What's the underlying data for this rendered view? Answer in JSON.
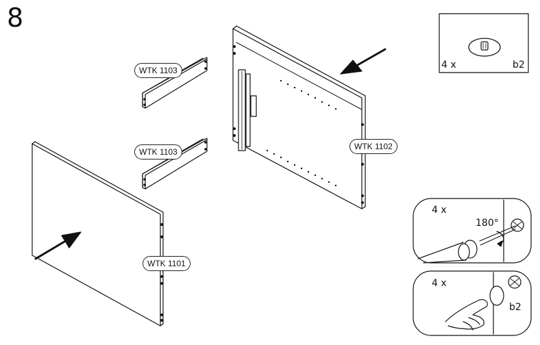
{
  "step_number": "8",
  "panels": {
    "top_back": {
      "label": "WTK 1103"
    },
    "mid_back": {
      "label": "WTK 1103"
    },
    "side_right": {
      "label": "WTK 1102"
    },
    "side_left": {
      "label": "WTK 1101"
    }
  },
  "parts_box": {
    "quantity": "4 x",
    "part_code": "b2"
  },
  "detail_rotate": {
    "quantity": "4 x",
    "angle": "180°"
  },
  "detail_press": {
    "quantity": "4 x",
    "part_code": "b2"
  }
}
